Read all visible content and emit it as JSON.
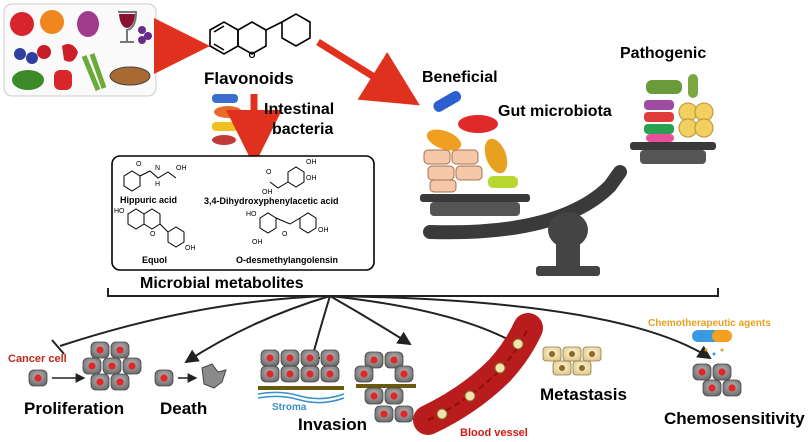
{
  "labels": {
    "flavonoids": "Flavonoids",
    "intestinal_line1": "Intestinal",
    "intestinal_line2": "bacteria",
    "beneficial": "Beneficial",
    "pathogenic": "Pathogenic",
    "gut_microbiota": "Gut microbiota",
    "microbial_metabolites": "Microbial metabolites",
    "cancer_cell": "Cancer cell",
    "proliferation": "Proliferation",
    "death": "Death",
    "stroma": "Stroma",
    "invasion": "Invasion",
    "blood_vessel": "Blood vessel",
    "metastasis": "Metastasis",
    "chemo_agents": "Chemotherapeutic agents",
    "chemosensitivity": "Chemosensitivity"
  },
  "metabolites": [
    "Hippuric acid",
    "3,4-Dihydroxyphenylacetic acid",
    "Equol",
    "O-desmethylangolensin"
  ],
  "chem_atoms": {
    "o": "O",
    "n": "N",
    "h": "H",
    "oh": "OH",
    "ho": "HO"
  },
  "colors": {
    "arrow_red": "#e0301e",
    "cancer_text": "#c0281c",
    "blood_text": "#d01818",
    "stroma_text": "#3a8fc8",
    "cell_fill": "#8a8a8a",
    "nucleus": "#e0282a",
    "vessel": "#b81c1c",
    "metastasis_cell": "#f4e3b0"
  }
}
